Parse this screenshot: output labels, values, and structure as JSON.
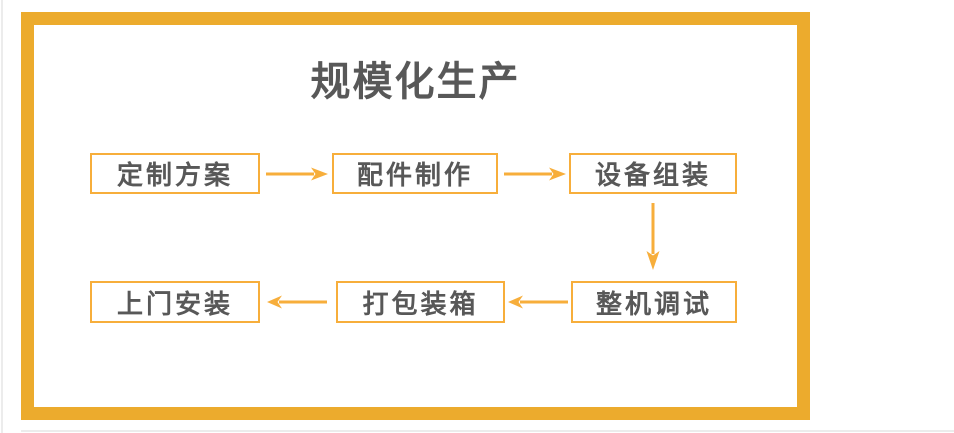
{
  "colors": {
    "page-bg": "#FFFFFF",
    "frame-border": "#ECAB2D",
    "accent": "#F7AE3B",
    "text": "#585858",
    "edge-line": "#ECECEC"
  },
  "title": {
    "text": "规模化生产"
  },
  "flow": {
    "steps": [
      {
        "label": "定制方案"
      },
      {
        "label": "配件制作"
      },
      {
        "label": "设备组装"
      },
      {
        "label": "整机调试"
      },
      {
        "label": "打包装箱"
      },
      {
        "label": "上门安装"
      }
    ],
    "connections": [
      {
        "from": "定制方案",
        "to": "配件制作",
        "direction": "right"
      },
      {
        "from": "配件制作",
        "to": "设备组装",
        "direction": "right"
      },
      {
        "from": "设备组装",
        "to": "整机调试",
        "direction": "down"
      },
      {
        "from": "整机调试",
        "to": "打包装箱",
        "direction": "left"
      },
      {
        "from": "打包装箱",
        "to": "上门安装",
        "direction": "left"
      }
    ]
  }
}
